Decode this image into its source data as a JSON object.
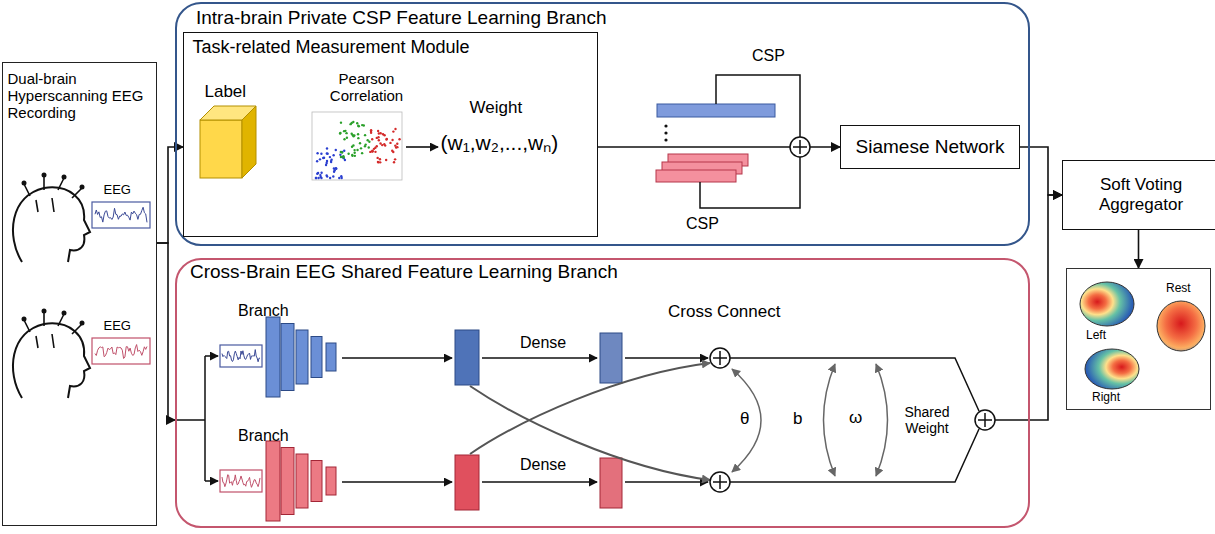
{
  "diagram": {
    "nodes": [
      {
        "text": [
          "Dual-brain Hyperscanning EEG Recording",
          "EEG",
          "EEG"
        ]
      },
      {
        "text": [
          "Intra-brain Private CSP Feature Learning Branch",
          "CSP",
          "CSP"
        ]
      },
      {
        "text": [
          "Task-related Measurement Module",
          "Label",
          "Pearson Correlation",
          "Weight",
          "(w₁,w₂,...,wₙ)"
        ],
        "in": 1
      },
      {
        "text": [
          "Siamese Network"
        ],
        "in": 1
      },
      {
        "text": [
          "Cross-Brain EEG Shared Feature Learning Branch",
          "Branch",
          "Branch",
          "Dense",
          "Dense",
          "Cross Connect",
          "θ",
          "b",
          "ω",
          "Shared Weight"
        ]
      },
      {
        "text": [
          "Soft Voting Aggregator"
        ]
      },
      {
        "text": [
          "Left",
          "Rest",
          "Right"
        ]
      }
    ],
    "edges": [
      {
        "from": 0,
        "to": 2,
        "arrow": "to"
      },
      {
        "from": 0,
        "to": 4,
        "arrow": "to"
      },
      {
        "from": 2,
        "to": 3,
        "arrow": "to"
      },
      {
        "from": 3,
        "to": 5,
        "arrow": "to"
      },
      {
        "from": 4,
        "to": 5,
        "arrow": "to"
      },
      {
        "from": 5,
        "to": 6,
        "arrow": "to"
      }
    ]
  }
}
